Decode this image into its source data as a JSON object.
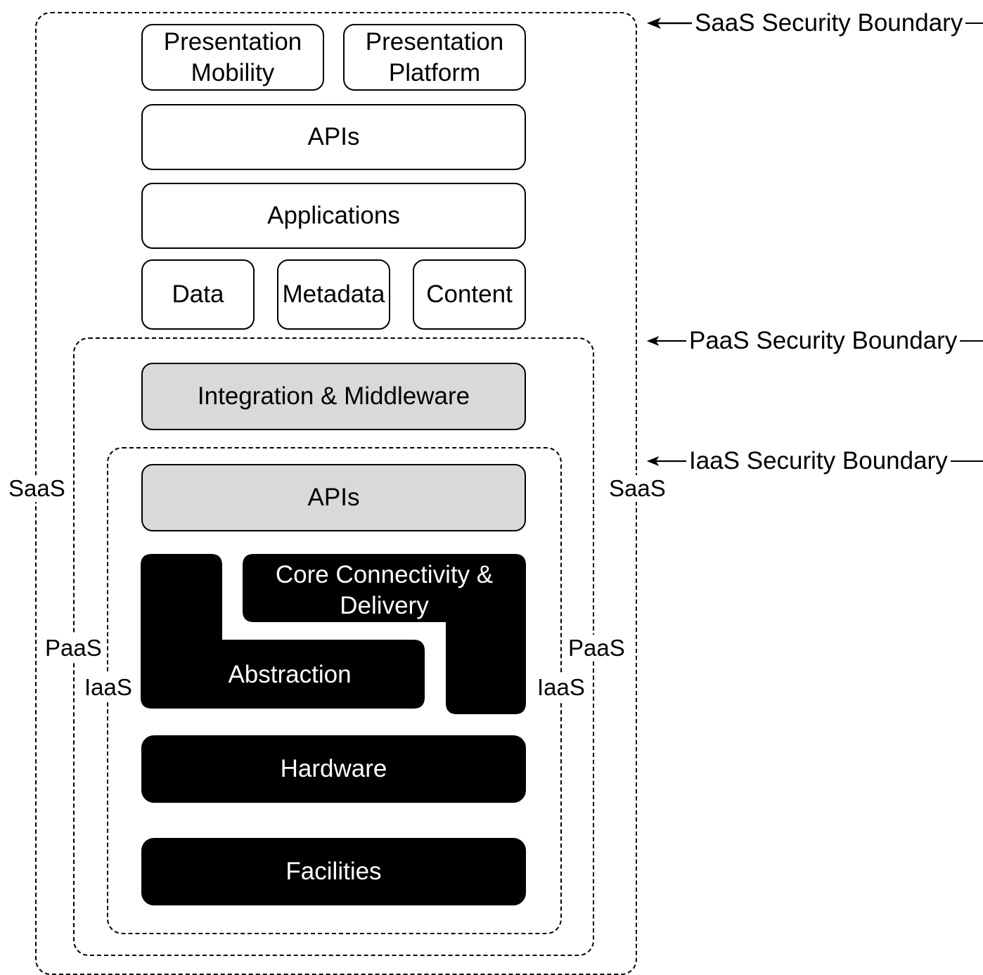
{
  "boundaries": {
    "saas": {
      "callout": "SaaS Security Boundary",
      "side_left": "SaaS",
      "side_right": "SaaS"
    },
    "paas": {
      "callout": "PaaS Security Boundary",
      "side_left": "PaaS",
      "side_right": "PaaS"
    },
    "iaas": {
      "callout": "IaaS Security Boundary",
      "side_left": "IaaS",
      "side_right": "IaaS"
    }
  },
  "layers": {
    "presentation_mobility": "Presentation\nMobility",
    "presentation_platform": "Presentation\nPlatform",
    "apis_top": "APIs",
    "applications": "Applications",
    "data": "Data",
    "metadata": "Metadata",
    "content": "Content",
    "integration_middleware": "Integration & Middleware",
    "apis_iaas": "APIs",
    "core_connectivity": "Core Connectivity &\nDelivery",
    "abstraction": "Abstraction",
    "hardware": "Hardware",
    "facilities": "Facilities"
  },
  "colors": {
    "paas_fill": "#d9d9d9",
    "iaas_fill": "#000000",
    "saas_fill": "#ffffff"
  }
}
